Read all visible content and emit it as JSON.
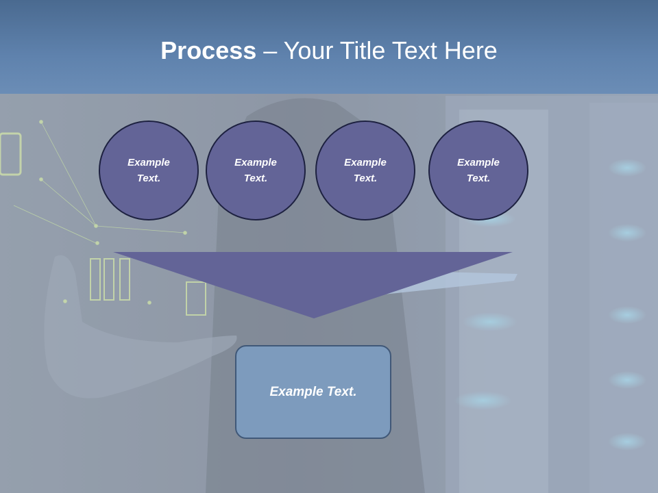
{
  "slide": {
    "title_bold": "Process",
    "title_rest": " – Your Title Text Here",
    "steps": [
      {
        "label": "Example Text."
      },
      {
        "label": "Example Text."
      },
      {
        "label": "Example Text."
      },
      {
        "label": "Example Text."
      }
    ],
    "result_label": "Example Text."
  },
  "colors": {
    "header": "#5f82ad",
    "circle_fill": "#636497",
    "circle_border": "#1d2140",
    "funnel_fill": "#636497",
    "result_fill": "#7d9bbd",
    "result_border": "#405878"
  },
  "icons": [
    "hand-icon",
    "server-rack-icon",
    "tablet-icon",
    "data-network-icon"
  ]
}
